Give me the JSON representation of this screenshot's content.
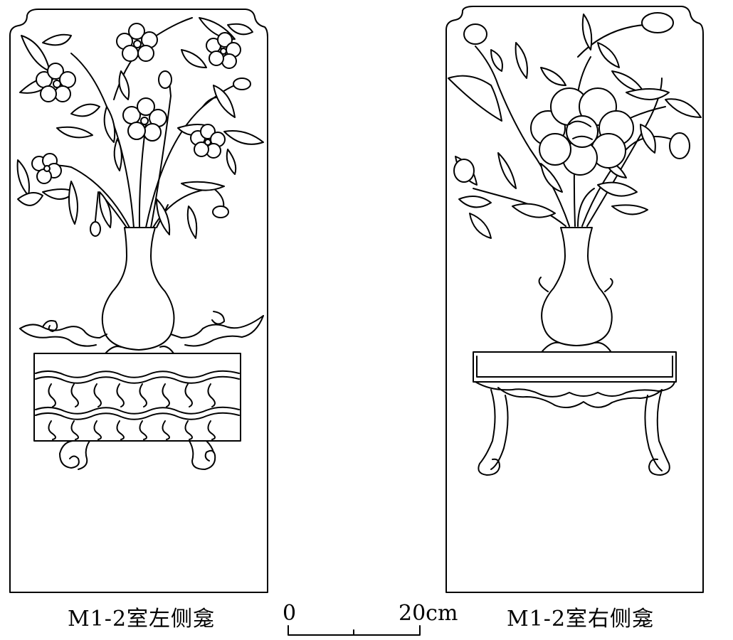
{
  "figure": {
    "left_panel": {
      "caption": "M1-2室左侧龛"
    },
    "right_panel": {
      "caption": "M1-2室右侧龛"
    },
    "scale_bar": {
      "start_label": "0",
      "end_label": "20cm"
    }
  },
  "colors": {
    "line": "#000000",
    "background": "#ffffff"
  }
}
